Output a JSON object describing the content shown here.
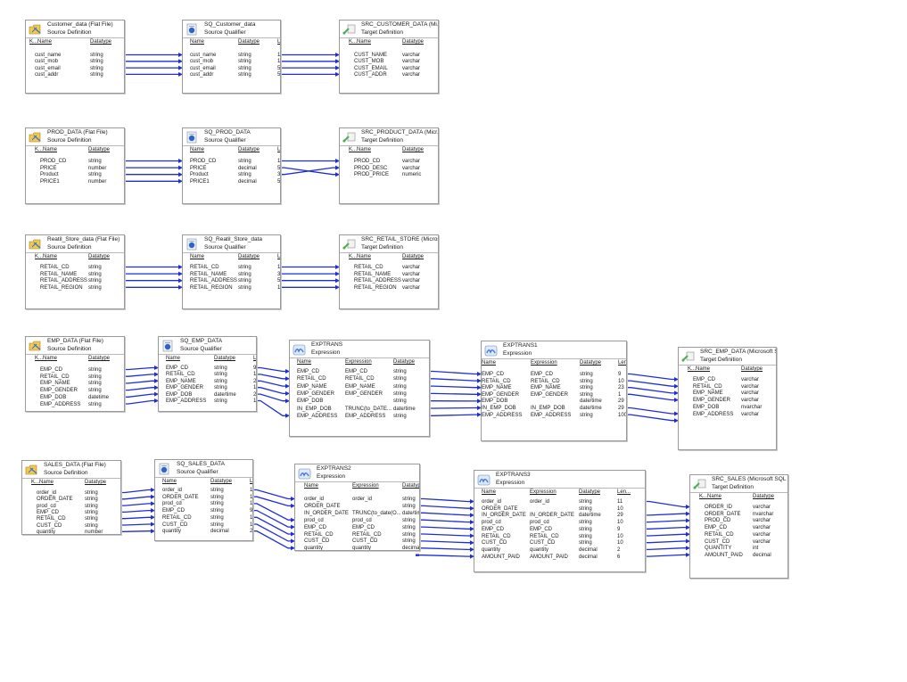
{
  "colors": {
    "wire": "#1f2ed6",
    "border": "#9a9a9a",
    "src_icon": "#f2c94c",
    "sq_icon": "#2f63c8",
    "tgt_icon": "#4caf50",
    "exp_icon": "#3b78d8"
  },
  "boxes": [
    {
      "id": "b1",
      "kind": "src",
      "title": "Customer_data (Flat File)",
      "subtitle": "Source Definition",
      "columns": [
        "K...Name",
        "Datatype"
      ],
      "rows": [
        [
          "cust_name",
          "string"
        ],
        [
          "cust_mob",
          "string"
        ],
        [
          "cust_email",
          "string"
        ],
        [
          "cust_addr",
          "string"
        ]
      ]
    },
    {
      "id": "b2",
      "kind": "sq",
      "title": "SQ_Customer_data",
      "subtitle": "Source Qualifier",
      "columns": [
        "Name",
        "Datatype",
        "L"
      ],
      "rows": [
        [
          "cust_name",
          "string",
          "1"
        ],
        [
          "cust_mob",
          "string",
          "1"
        ],
        [
          "cust_email",
          "string",
          "5"
        ],
        [
          "cust_addr",
          "string",
          "5"
        ]
      ]
    },
    {
      "id": "b3",
      "kind": "tgt",
      "title": "SRC_CUSTOMER_DATA (Mi...",
      "subtitle": "Target Definition",
      "columns": [
        "K...Name",
        "Datatype"
      ],
      "rows": [
        [
          "CUST_NAME",
          "varchar"
        ],
        [
          "CUST_MOB",
          "varchar"
        ],
        [
          "CUST_EMAIL",
          "varchar"
        ],
        [
          "CUST_ADDR",
          "varchar"
        ]
      ]
    },
    {
      "id": "b4",
      "kind": "src",
      "title": "PROD_DATA (Flat File)",
      "subtitle": "Source Definition",
      "columns": [
        "K...Name",
        "Datatype"
      ],
      "rows": [
        [
          "PROD_CD",
          "string"
        ],
        [
          "PRICE",
          "number"
        ],
        [
          "Product",
          "string"
        ],
        [
          "PRICE1",
          "number"
        ]
      ]
    },
    {
      "id": "b5",
      "kind": "sq",
      "title": "SQ_PROD_DATA",
      "subtitle": "Source Qualifier",
      "columns": [
        "Name",
        "Datatype",
        "L"
      ],
      "rows": [
        [
          "PROD_CD",
          "string",
          "1"
        ],
        [
          "PRICE",
          "decimal",
          "5"
        ],
        [
          "Product",
          "string",
          "3"
        ],
        [
          "PRICE1",
          "decimal",
          "5"
        ]
      ]
    },
    {
      "id": "b6",
      "kind": "tgt",
      "title": "SRC_PRODUCT_DATA (Micr...",
      "subtitle": "Target Definition",
      "columns": [
        "K...Name",
        "Datatype"
      ],
      "rows": [
        [
          "PROD_CD",
          "varchar"
        ],
        [
          "PROD_DESC",
          "varchar"
        ],
        [
          "PROD_PRICE",
          "numeric"
        ]
      ]
    },
    {
      "id": "b7",
      "kind": "src",
      "title": "Reatil_Store_data (Flat File)",
      "subtitle": "Source Definition",
      "columns": [
        "K...Name",
        "Datatype"
      ],
      "rows": [
        [
          "RETAIL_CD",
          "string"
        ],
        [
          "RETAIL_NAME",
          "string"
        ],
        [
          "RETAIL_ADDRESS",
          "string"
        ],
        [
          "RETAIL_REGION",
          "string"
        ]
      ]
    },
    {
      "id": "b8",
      "kind": "sq",
      "title": "SQ_Reatil_Store_data",
      "subtitle": "Source Qualifier",
      "columns": [
        "Name",
        "Datatype",
        "L"
      ],
      "rows": [
        [
          "RETAIL_CD",
          "string",
          "1"
        ],
        [
          "RETAIL_NAME",
          "string",
          "3"
        ],
        [
          "RETAIL_ADDRESS",
          "string",
          "5"
        ],
        [
          "RETAIL_REGION",
          "string",
          "1"
        ]
      ]
    },
    {
      "id": "b9",
      "kind": "tgt",
      "title": "SRC_RETAIL_STORE (Micros...",
      "subtitle": "Target Definition",
      "columns": [
        "K...Name",
        "Datatype"
      ],
      "rows": [
        [
          "RETAIL_CD",
          "varchar"
        ],
        [
          "RETAIL_NAME",
          "varchar"
        ],
        [
          "RETAIL_ADDRESS",
          "varchar"
        ],
        [
          "RETAIL_REGION",
          "varchar"
        ]
      ]
    },
    {
      "id": "b10",
      "kind": "src",
      "title": "EMP_DATA (Flat File)",
      "subtitle": "Source Definition",
      "columns": [
        "K...Name",
        "Datatype"
      ],
      "rows": [
        [
          "EMP_CD",
          "string"
        ],
        [
          "RETAIL_CD",
          "string"
        ],
        [
          "EMP_NAME",
          "string"
        ],
        [
          "EMP_GENDER",
          "string"
        ],
        [
          "EMP_DOB",
          "datetime"
        ],
        [
          "EMP_ADDRESS",
          "string"
        ]
      ]
    },
    {
      "id": "b11",
      "kind": "sq",
      "title": "SQ_EMP_DATA",
      "subtitle": "Source Qualifier",
      "columns": [
        "Name",
        "Datatype",
        "L"
      ],
      "rows": [
        [
          "EMP_CD",
          "string",
          "9"
        ],
        [
          "RETAIL_CD",
          "string",
          "1"
        ],
        [
          "EMP_NAME",
          "string",
          "2"
        ],
        [
          "EMP_GENDER",
          "string",
          "1"
        ],
        [
          "EMP_DOB",
          "date/time",
          "2"
        ],
        [
          "EMP_ADDRESS",
          "string",
          "1"
        ]
      ]
    },
    {
      "id": "b12",
      "kind": "exp",
      "title": "EXPTRANS",
      "subtitle": "Expression",
      "columns": [
        "Name",
        "Expression",
        "Datatype"
      ],
      "rows": [
        [
          "EMP_CD",
          "EMP_CD",
          "string"
        ],
        [
          "RETAIL_CD",
          "RETAIL_CD",
          "string"
        ],
        [
          "EMP_NAME",
          "EMP_NAME",
          "string"
        ],
        [
          "EMP_GENDER",
          "EMP_GENDER",
          "string"
        ],
        [
          "EMP_DOB",
          "",
          "string"
        ],
        [
          "IN_EMP_DOB",
          "TRUNC(to_DATE...",
          "date/time"
        ],
        [
          "EMP_ADDRESS",
          "EMP_ADDRESS",
          "string"
        ]
      ]
    },
    {
      "id": "b13",
      "kind": "exp",
      "title": "EXPTRANS1",
      "subtitle": "Expression",
      "columns": [
        "Name",
        "Expression",
        "Datatype",
        "Len"
      ],
      "rows": [
        [
          "EMP_CD",
          "EMP_CD",
          "string",
          "9"
        ],
        [
          "RETAIL_CD",
          "RETAIL_CD",
          "string",
          "10"
        ],
        [
          "EMP_NAME",
          "EMP_NAME",
          "string",
          "23"
        ],
        [
          "EMP_GENDER",
          "EMP_GENDER",
          "string",
          "1"
        ],
        [
          "EMP_DOB",
          "",
          "date/time",
          "29"
        ],
        [
          "IN_EMP_DOB",
          "IN_EMP_DOB",
          "date/time",
          "29"
        ],
        [
          "EMP_ADDRESS",
          "EMP_ADDRESS",
          "string",
          "100"
        ]
      ]
    },
    {
      "id": "b14",
      "kind": "tgt",
      "title": "SRC_EMP_DATA (Microsoft S...",
      "subtitle": "Target Definition",
      "columns": [
        "K...Name",
        "Datatype"
      ],
      "rows": [
        [
          "EMP_CD",
          "varchar"
        ],
        [
          "RETAIL_CD",
          "varchar"
        ],
        [
          "EMP_NAME",
          "varchar"
        ],
        [
          "EMP_GENDER",
          "varchar"
        ],
        [
          "EMP_DOB",
          "nvarchar"
        ],
        [
          "EMP_ADDRESS",
          "varchar"
        ]
      ]
    },
    {
      "id": "b15",
      "kind": "src",
      "title": "SALES_DATA (Flat File)",
      "subtitle": "Source Definition",
      "columns": [
        "K...Name",
        "Datatype"
      ],
      "rows": [
        [
          "order_id",
          "string"
        ],
        [
          "ORDER_DATE",
          "string"
        ],
        [
          "prod_cd",
          "string"
        ],
        [
          "EMP_CD",
          "string"
        ],
        [
          "RETAIL_CD",
          "string"
        ],
        [
          "CUST_CD",
          "string"
        ],
        [
          "quantity",
          "number"
        ]
      ]
    },
    {
      "id": "b16",
      "kind": "sq",
      "title": "SQ_SALES_DATA",
      "subtitle": "Source Qualifier",
      "columns": [
        "Name",
        "Datatype",
        "L"
      ],
      "rows": [
        [
          "order_id",
          "string",
          "1"
        ],
        [
          "ORDER_DATE",
          "string",
          "1"
        ],
        [
          "prod_cd",
          "string",
          "1"
        ],
        [
          "EMP_CD",
          "string",
          "9"
        ],
        [
          "RETAIL_CD",
          "string",
          "1"
        ],
        [
          "CUST_CD",
          "string",
          "1"
        ],
        [
          "quantity",
          "decimal",
          "2"
        ]
      ]
    },
    {
      "id": "b17",
      "kind": "exp",
      "title": "EXPTRANS2",
      "subtitle": "Expression",
      "columns": [
        "Name",
        "Expression",
        "Datatype"
      ],
      "rows": [
        [
          "order_id",
          "order_id",
          "string"
        ],
        [
          "ORDER_DATE",
          "",
          "string"
        ],
        [
          "IN_ORDER_DATE",
          "TRUNC(to_date(O...",
          "date/tim"
        ],
        [
          "prod_cd",
          "prod_cd",
          "string"
        ],
        [
          "EMP_CD",
          "EMP_CD",
          "string"
        ],
        [
          "RETAIL_CD",
          "RETAIL_CD",
          "string"
        ],
        [
          "CUST_CD",
          "CUST_CD",
          "string"
        ],
        [
          "quantity",
          "quantity",
          "decimal"
        ],
        [
          "AMOUNT_PAID",
          "AMOUNT_PAID",
          "decimal"
        ]
      ]
    },
    {
      "id": "b18",
      "kind": "exp",
      "title": "EXPTRANS3",
      "subtitle": "Expression",
      "columns": [
        "Name",
        "Expression",
        "Datatype",
        "Len..."
      ],
      "rows": [
        [
          "order_id",
          "order_id",
          "string",
          "11"
        ],
        [
          "ORDER_DATE",
          "",
          "string",
          "10"
        ],
        [
          "IN_ORDER_DATE",
          "IN_ORDER_DATE",
          "date/time",
          "29"
        ],
        [
          "prod_cd",
          "prod_cd",
          "string",
          "10"
        ],
        [
          "EMP_CD",
          "EMP_CD",
          "string",
          "9"
        ],
        [
          "RETAIL_CD",
          "RETAIL_CD",
          "string",
          "10"
        ],
        [
          "CUST_CD",
          "CUST_CD",
          "string",
          "10"
        ],
        [
          "quantity",
          "quantity",
          "decimal",
          "2"
        ],
        [
          "AMOUNT_PAID",
          "AMOUNT_PAID",
          "decimal",
          "6"
        ]
      ]
    },
    {
      "id": "b19",
      "kind": "tgt",
      "title": "SRC_SALES (Microsoft SQL ...",
      "subtitle": "Target Definition",
      "columns": [
        "K...Name",
        "Datatype"
      ],
      "rows": [
        [
          "ORDER_ID",
          "varchar"
        ],
        [
          "ORDER_DATE",
          "nvarchar"
        ],
        [
          "PROD_CD",
          "varchar"
        ],
        [
          "EMP_CD",
          "varchar"
        ],
        [
          "RETAIL_CD",
          "varchar"
        ],
        [
          "CUST_CD",
          "varchar"
        ],
        [
          "QUANTITY",
          "int"
        ],
        [
          "AMOUNT_PAID",
          "decimal"
        ]
      ]
    }
  ],
  "links": [
    {
      "from": "b1",
      "to": "b2",
      "pairs": [
        [
          0,
          0
        ],
        [
          1,
          1
        ],
        [
          2,
          2
        ],
        [
          3,
          3
        ]
      ]
    },
    {
      "from": "b2",
      "to": "b3",
      "pairs": [
        [
          0,
          0
        ],
        [
          1,
          1
        ],
        [
          2,
          2
        ],
        [
          3,
          3
        ]
      ]
    },
    {
      "from": "b4",
      "to": "b5",
      "pairs": [
        [
          0,
          0
        ],
        [
          1,
          1
        ],
        [
          2,
          2
        ],
        [
          3,
          3
        ]
      ]
    },
    {
      "from": "b5",
      "to": "b6",
      "pairs": [
        [
          0,
          0
        ],
        [
          1,
          2
        ],
        [
          2,
          1
        ]
      ]
    },
    {
      "from": "b7",
      "to": "b8",
      "pairs": [
        [
          0,
          0
        ],
        [
          1,
          1
        ],
        [
          2,
          2
        ],
        [
          3,
          3
        ]
      ]
    },
    {
      "from": "b8",
      "to": "b9",
      "pairs": [
        [
          0,
          0
        ],
        [
          1,
          1
        ],
        [
          2,
          2
        ],
        [
          3,
          3
        ]
      ]
    },
    {
      "from": "b10",
      "to": "b11",
      "pairs": [
        [
          0,
          0
        ],
        [
          1,
          1
        ],
        [
          2,
          2
        ],
        [
          3,
          3
        ],
        [
          4,
          4
        ],
        [
          5,
          5
        ]
      ]
    },
    {
      "from": "b11",
      "to": "b12",
      "pairs": [
        [
          0,
          0
        ],
        [
          1,
          1
        ],
        [
          2,
          2
        ],
        [
          3,
          3
        ],
        [
          4,
          4
        ],
        [
          5,
          6
        ]
      ]
    },
    {
      "from": "b12",
      "to": "b13",
      "pairs": [
        [
          0,
          0
        ],
        [
          1,
          1
        ],
        [
          2,
          2
        ],
        [
          3,
          3
        ],
        [
          4,
          4
        ],
        [
          5,
          5
        ],
        [
          6,
          6
        ]
      ]
    },
    {
      "from": "b13",
      "to": "b14",
      "pairs": [
        [
          0,
          0
        ],
        [
          1,
          1
        ],
        [
          2,
          2
        ],
        [
          3,
          3
        ],
        [
          5,
          5
        ],
        [
          6,
          6
        ]
      ]
    },
    {
      "from": "b15",
      "to": "b16",
      "pairs": [
        [
          0,
          0
        ],
        [
          1,
          1
        ],
        [
          2,
          2
        ],
        [
          3,
          3
        ],
        [
          4,
          4
        ],
        [
          5,
          5
        ],
        [
          6,
          6
        ]
      ]
    },
    {
      "from": "b16",
      "to": "b17",
      "pairs": [
        [
          0,
          0
        ],
        [
          1,
          1
        ],
        [
          2,
          3
        ],
        [
          3,
          4
        ],
        [
          4,
          5
        ],
        [
          5,
          6
        ],
        [
          6,
          7
        ]
      ]
    },
    {
      "from": "b17",
      "to": "b18",
      "pairs": [
        [
          0,
          0
        ],
        [
          1,
          1
        ],
        [
          2,
          2
        ],
        [
          3,
          3
        ],
        [
          4,
          4
        ],
        [
          5,
          5
        ],
        [
          6,
          6
        ],
        [
          7,
          7
        ],
        [
          8,
          8
        ]
      ]
    },
    {
      "from": "b18",
      "to": "b19",
      "pairs": [
        [
          0,
          0
        ],
        [
          2,
          1
        ],
        [
          3,
          2
        ],
        [
          4,
          3
        ],
        [
          5,
          4
        ],
        [
          6,
          5
        ],
        [
          7,
          6
        ],
        [
          8,
          7
        ]
      ]
    }
  ]
}
